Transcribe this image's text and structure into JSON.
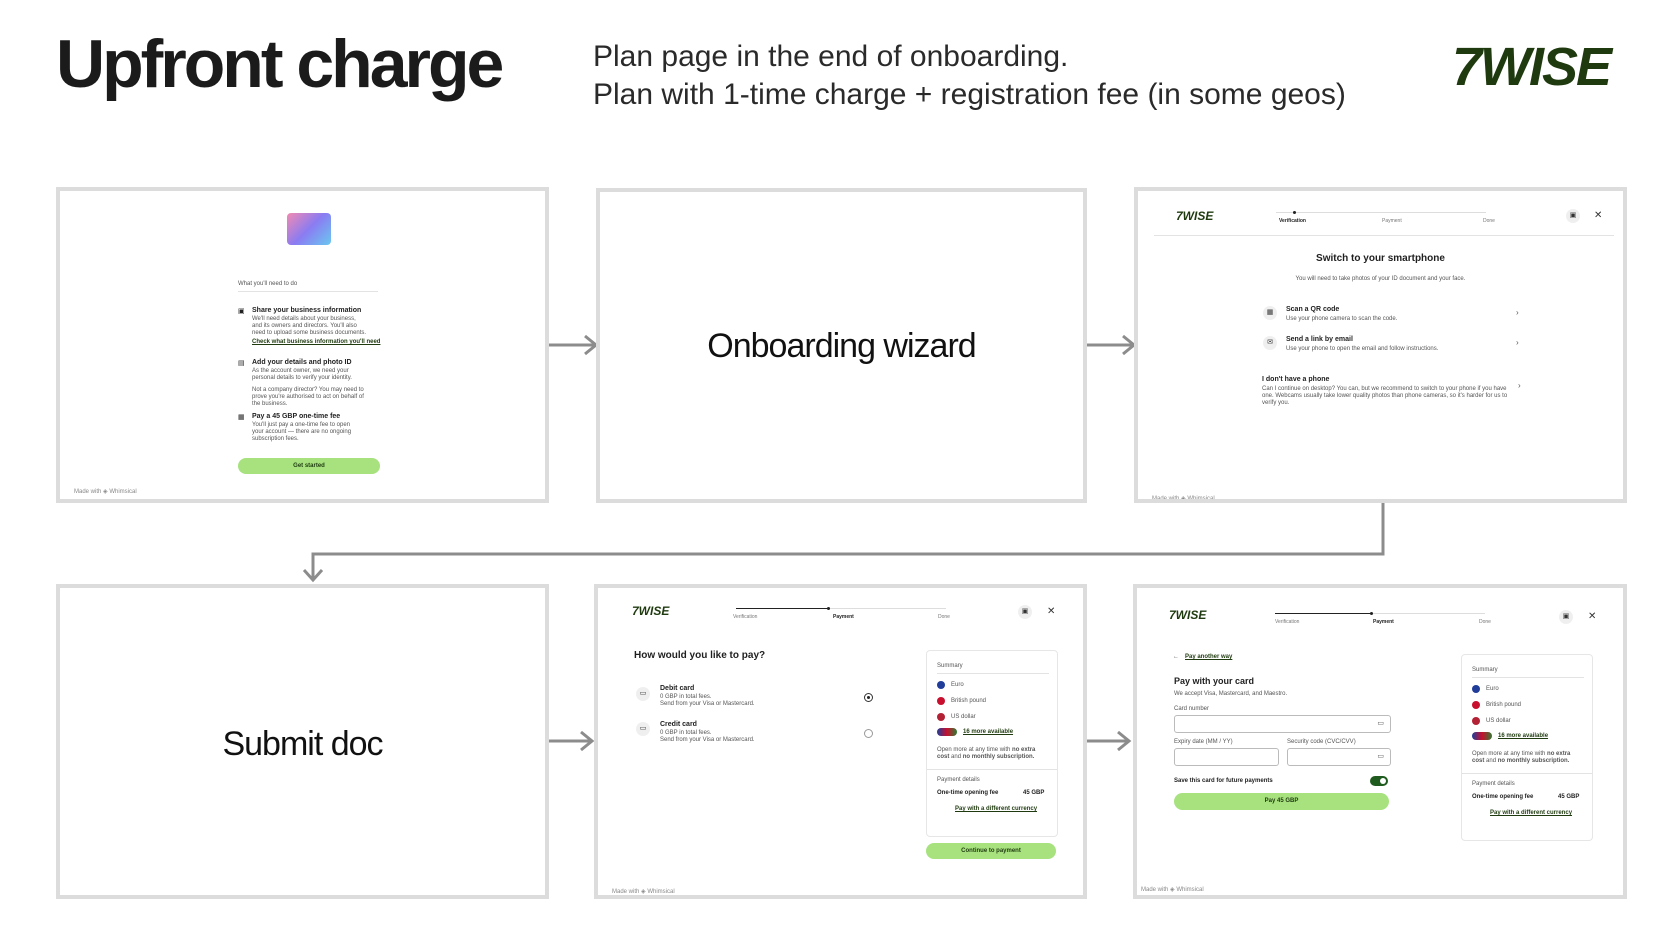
{
  "header": {
    "title": "Upfront charge",
    "subtitle_line1": "Plan page in the end of onboarding.",
    "subtitle_line2": "Plan with 1-time charge + registration fee (in some geos)",
    "logo": "7WISE"
  },
  "card1": {
    "section_title": "What you'll need to do",
    "item1_title": "Share your business information",
    "item1_desc": "We'll need details about your business, and its owners and directors. You'll also need to upload some business documents.",
    "item1_link": "Check what business information you'll need",
    "item2_title": "Add your details and photo ID",
    "item2_desc": "As the account owner, we need your personal details to verify your identity.",
    "item2_desc2": "Not a company director? You may need to prove you're authorised to act on behalf of the business.",
    "item3_title": "Pay a 45 GBP one-time fee",
    "item3_desc": "You'll just pay a one-time fee to open your account — there are no ongoing subscription fees.",
    "button": "Get started",
    "made_with": "Made with",
    "whimsical": "Whimsical"
  },
  "card2": {
    "label": "Onboarding wizard"
  },
  "card3": {
    "logo": "7WISE",
    "steps": [
      "Verification",
      "Payment",
      "Done"
    ],
    "title": "Switch to your smartphone",
    "desc": "You will need to take photos of your ID document and your face.",
    "opt1_title": "Scan a QR code",
    "opt1_desc": "Use your phone camera to scan the code.",
    "opt2_title": "Send a link by email",
    "opt2_desc": "Use your phone to open the email and follow instructions.",
    "opt3_title": "I don't have a phone",
    "opt3_desc": "Can I continue on desktop? You can, but we recommend to switch to your phone if you have one. Webcams usually take lower quality photos than phone cameras, so it's harder for us to verify you.",
    "made_with": "Made with",
    "whimsical": "Whimsical"
  },
  "card4": {
    "label": "Submit doc"
  },
  "card5": {
    "logo": "7WISE",
    "steps": [
      "Verification",
      "Payment",
      "Done"
    ],
    "title": "How would you like to pay?",
    "opt1_title": "Debit card",
    "opt1_desc1": "0 GBP in total fees.",
    "opt1_desc2": "Send from your Visa or Mastercard.",
    "opt2_title": "Credit card",
    "opt2_desc1": "0 GBP in total fees.",
    "opt2_desc2": "Send from your Visa or Mastercard.",
    "summary": "Summary",
    "currencies": [
      "Euro",
      "British pound",
      "US dollar"
    ],
    "more": "16 more available",
    "open_more_1": "Open more at any time with",
    "open_more_bold1": "no extra cost",
    "open_more_2": "and",
    "open_more_bold2": "no monthly subscription.",
    "payment_details": "Payment details",
    "fee_label": "One-time opening fee",
    "fee_value": "45 GBP",
    "diff_currency": "Pay with a different currency",
    "button": "Continue to payment",
    "made_with": "Made with",
    "whimsical": "Whimsical"
  },
  "card6": {
    "logo": "7WISE",
    "steps": [
      "Verification",
      "Payment",
      "Done"
    ],
    "back": "Pay another way",
    "title": "Pay with your card",
    "accept": "We accept Visa, Mastercard, and Maestro.",
    "card_number": "Card number",
    "expiry": "Expiry date (MM / YY)",
    "security": "Security code (CVC/CVV)",
    "save": "Save this card for future payments",
    "button": "Pay 45 GBP",
    "summary": "Summary",
    "currencies": [
      "Euro",
      "British pound",
      "US dollar"
    ],
    "more": "16 more available",
    "open_more_1": "Open more at any time with",
    "open_more_bold1": "no extra cost",
    "open_more_2": "and",
    "open_more_bold2": "no monthly subscription.",
    "payment_details": "Payment details",
    "fee_label": "One-time opening fee",
    "fee_value": "45 GBP",
    "diff_currency": "Pay with a different currency",
    "made_with": "Made with",
    "whimsical": "Whimsical"
  }
}
